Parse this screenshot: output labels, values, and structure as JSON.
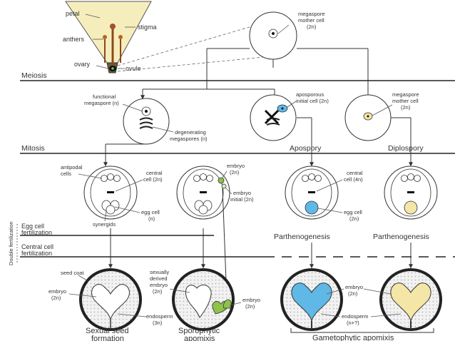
{
  "flower": {
    "petal": "petal",
    "stigma": "stigma",
    "anthers": "anthers",
    "ovary": "ovary",
    "ovule": "ovule"
  },
  "top_cell": {
    "label1": "megaspore",
    "label2": "mother cell",
    "ploidy": "(2n)"
  },
  "stages": {
    "meiosis": "Meiosis",
    "mitosis": "Mitosis",
    "apospory": "Apospory",
    "diplospory": "Diplospory"
  },
  "row2": {
    "functional1": "functional",
    "functional2": "megaspore (n)",
    "degen1": "degenerating",
    "degen2": "megaspores (n)",
    "apo1": "aposporous",
    "apo2": "initial cell (2n)",
    "dip1": "megaspore",
    "dip2": "mother cell",
    "dip3": "(2n)"
  },
  "row3": {
    "antipodal1": "antipodal",
    "antipodal2": "cells",
    "central1": "central",
    "central2": "cell (2n)",
    "egg1": "egg cell",
    "egg2": "(n)",
    "synergids": "synergids",
    "embryo1": "embryo",
    "embryo2": "(2n)",
    "initial1": "embryo",
    "initial2": "initial (2n)",
    "central4n1": "central",
    "central4n2": "cell (4n)",
    "egg2n1": "egg cell",
    "egg2n2": "(2n)"
  },
  "fertilization": {
    "side": "Double fertilization",
    "egg1": "Egg cell",
    "egg2": "fertilization",
    "central1": "Central cell",
    "central2": "fertilization",
    "parth1": "Parthenogenesis",
    "parth2": "Parthenogenesis"
  },
  "seeds": {
    "seedcoat": "seed coat",
    "embryo1": "embryo",
    "embryo1b": "(2n)",
    "sexual1": "sexually",
    "sexual2": "derived",
    "sexual3": "embryo",
    "sexual4": "(2n)",
    "endo1": "endosperm",
    "endo1b": "(3n)",
    "embryo2": "embryo",
    "embryo2b": "(2n)",
    "embryo3": "embryo",
    "embryo3b": "(2n)",
    "endo2": "endosperm",
    "endo2b": "(n+?)"
  },
  "captions": {
    "sexual1": "Sexual seed",
    "sexual2": "formation",
    "sporo1": "Sporophytic",
    "sporo2": "apomixis",
    "gameto": "Gametophytic apomixis"
  },
  "colors": {
    "blue": "#5fb8e6",
    "cream": "#f3e6a6",
    "green": "#8fc24a",
    "flower": "#f6edbd",
    "dots": "#c9c9c9"
  }
}
